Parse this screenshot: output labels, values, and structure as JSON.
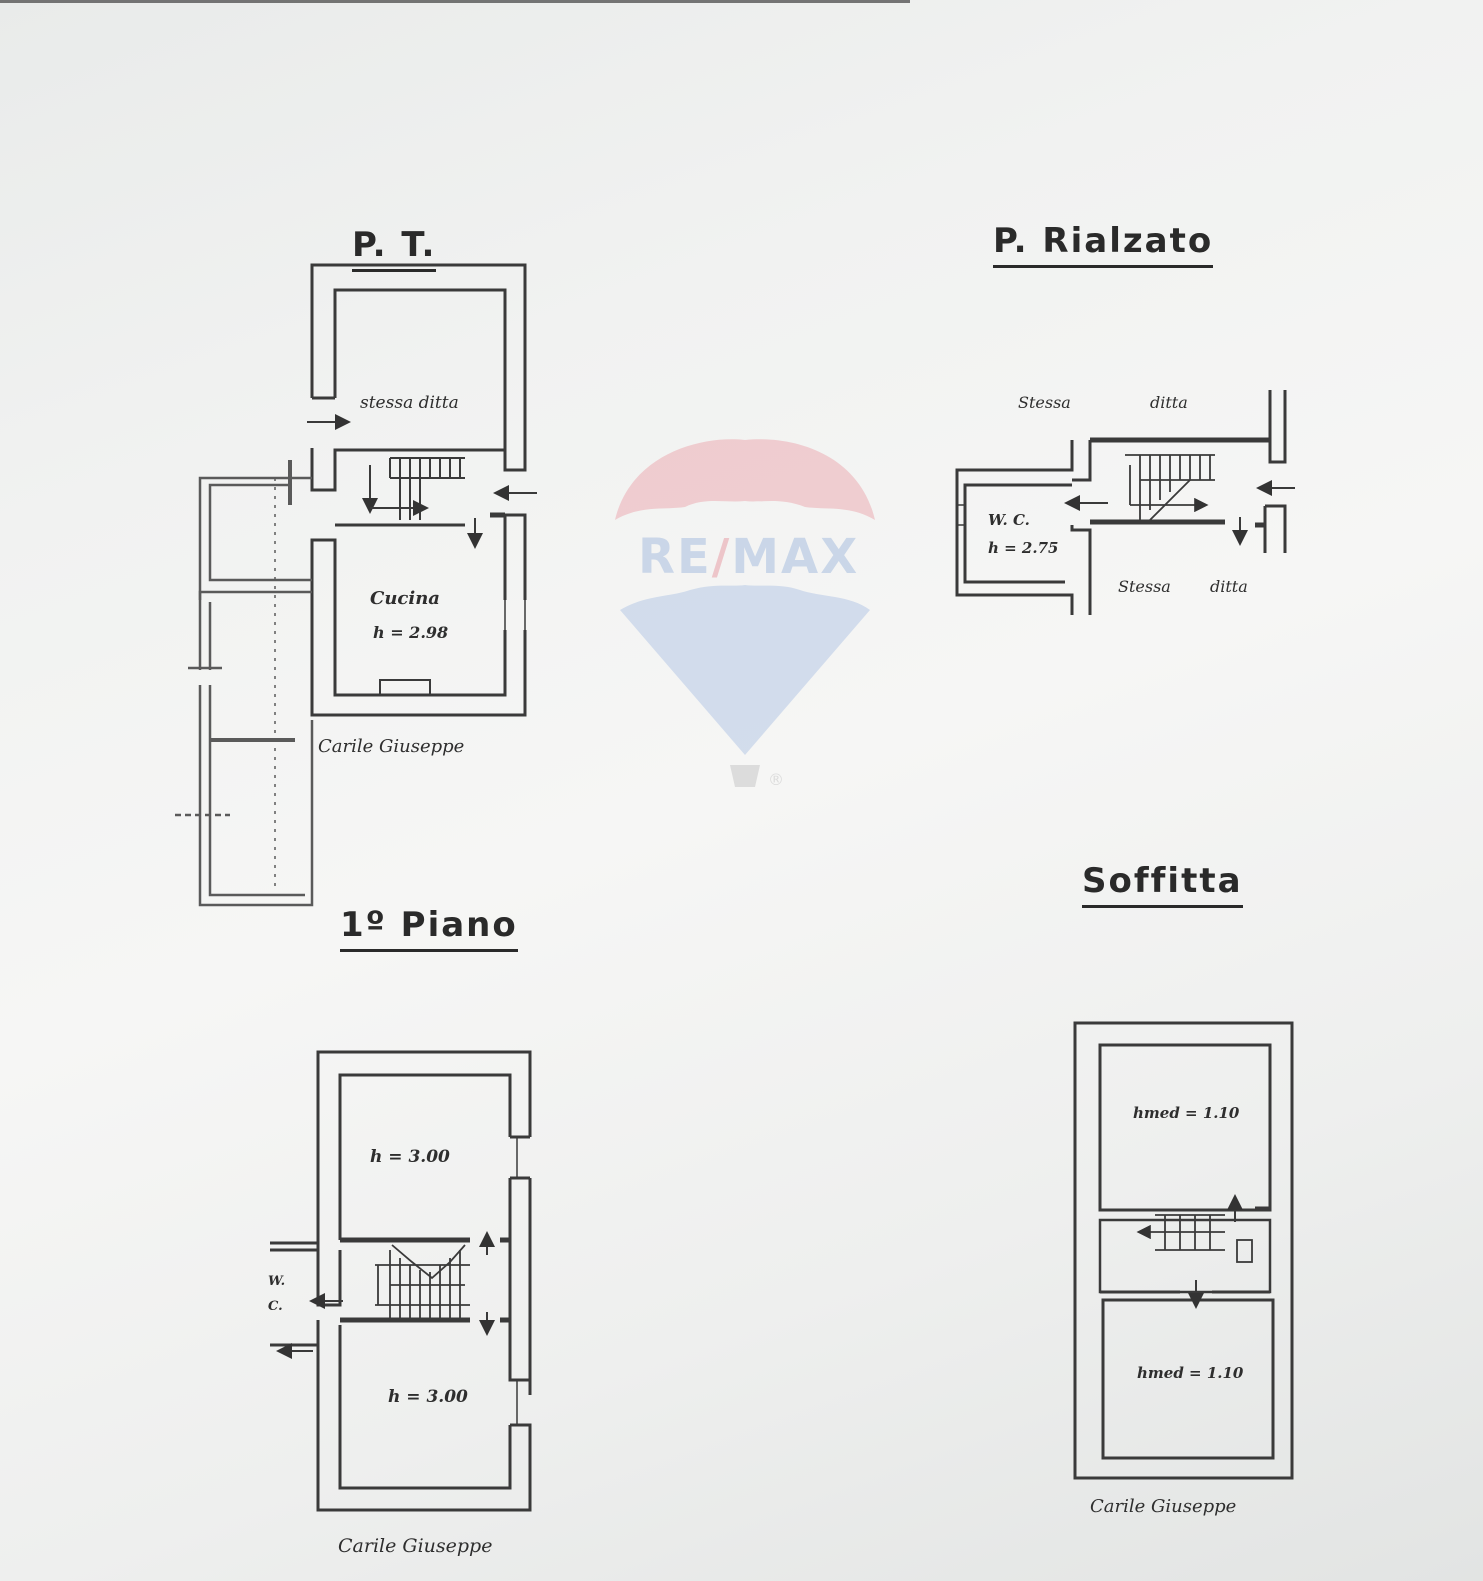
{
  "document": {
    "type": "floor plan (scanned cadastral drawing)",
    "watermark": {
      "brand": "RE/MAX",
      "text_left": "RE",
      "slash": "/",
      "text_right": "MAX",
      "registered": "®",
      "colors": {
        "red": "#e8a0a8",
        "blue": "#a9bfe0"
      }
    }
  },
  "plans": {
    "ground_floor": {
      "title": "P. T.",
      "labels": {
        "north_room": "stessa ditta",
        "kitchen": "Cucina",
        "kitchen_height": "h = 2.98",
        "owner": "Carile Giuseppe"
      }
    },
    "raised_floor": {
      "title": "P. Rialzato",
      "labels": {
        "top_left": "Stessa",
        "top_right": "ditta",
        "wc": "W. C.",
        "wc_height": "h = 2.75",
        "bottom_left": "Stessa",
        "bottom_right": "ditta"
      }
    },
    "first_floor": {
      "title": "1º Piano",
      "labels": {
        "top_room_height": "h = 3.00",
        "bottom_room_height": "h = 3.00",
        "wc_w": "W.",
        "wc_c": "C.",
        "owner": "Carile Giuseppe"
      }
    },
    "attic": {
      "title": "Soffitta",
      "labels": {
        "top_room_height": "hmed = 1.10",
        "bottom_room_height": "hmed = 1.10",
        "owner": "Carile Giuseppe"
      }
    }
  }
}
